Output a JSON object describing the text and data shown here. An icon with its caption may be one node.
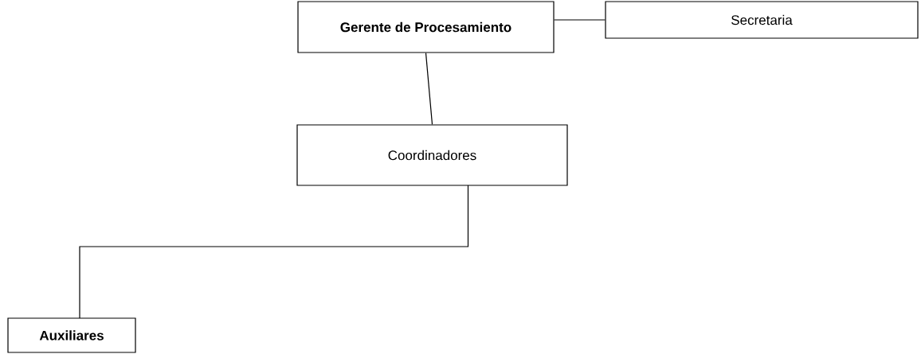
{
  "diagram": {
    "nodes": [
      {
        "text": [
          "**Gerente de Procesamiento**"
        ]
      },
      {
        "text": [
          "Secretaria"
        ]
      },
      {
        "text": [
          "Coordinadores"
        ]
      },
      {
        "text": [
          "**Auxiliares**"
        ]
      }
    ],
    "edges": [
      {
        "from": 0,
        "to": 1,
        "arrow": "none"
      },
      {
        "from": 0,
        "to": 2,
        "arrow": "none"
      },
      {
        "from": 2,
        "to": 3,
        "arrow": "none"
      }
    ]
  }
}
